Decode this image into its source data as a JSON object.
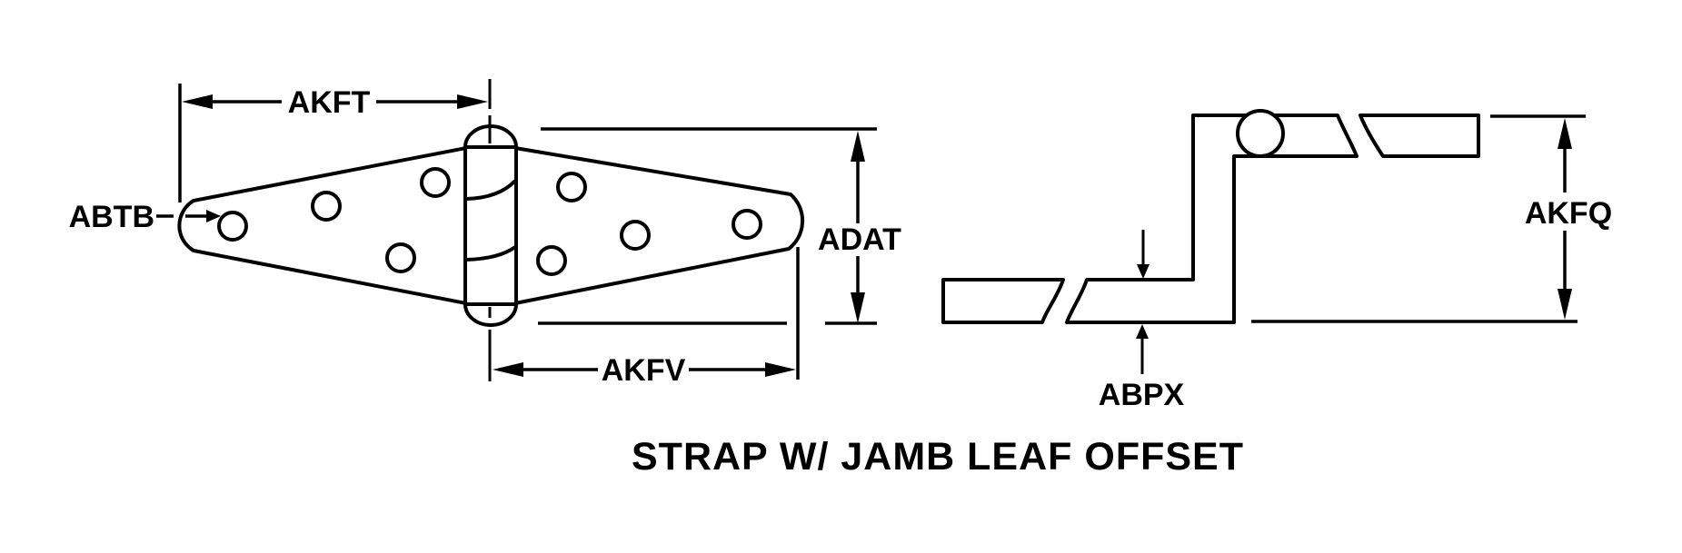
{
  "title": "STRAP W/ JAMB LEAF OFFSET",
  "front_view": {
    "name": "strap hinge front view",
    "top_width_label": "AKFT",
    "hole_label": "ABTB",
    "hole_leader_dash": "–",
    "height_label": "ADAT",
    "bottom_width_label": "AKFV"
  },
  "side_view": {
    "name": "jamb leaf offset profile view",
    "height_label": "AKFQ",
    "offset_label": "ABPX"
  },
  "colors": {
    "line": "#000000",
    "background": "#ffffff"
  }
}
